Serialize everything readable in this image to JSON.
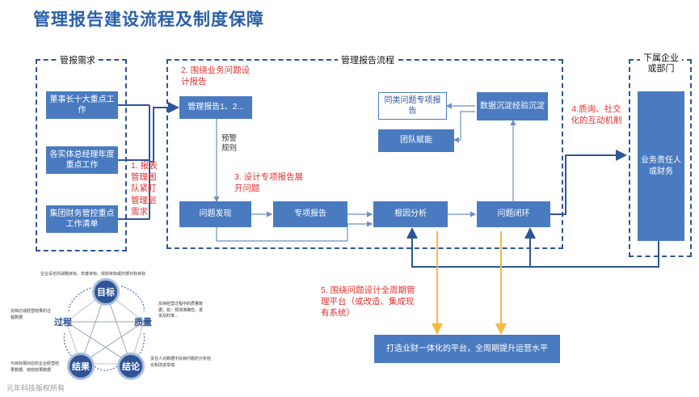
{
  "title": "管理报告建设流程及制度保障",
  "sections": {
    "left_header": "管报需求",
    "middle_header": "管理报告流程",
    "right_header_line1": "下属企业",
    "right_header_line2": "或部门"
  },
  "left_boxes": [
    "董事长十大重点工作",
    "各实体总经理年度重点工作",
    "集团财务管控重点工作清单"
  ],
  "flow_boxes": {
    "report": "管理报告1、2...",
    "same_topic": "同类问题专项报告",
    "data_settle": "数据沉淀经验沉淀",
    "team": "团队赋能",
    "discover": "问题发现",
    "special": "专项报告",
    "root_cause": "根因分析",
    "close_loop": "问题闭环",
    "platform": "打造业财一体化的平台，全周期提升运营水平",
    "responsible": "业务责任人或财务"
  },
  "flow_labels": {
    "warning_rules": "预警规则"
  },
  "red_notes": {
    "n1": "1. 报表管理困队紧盯管理层需求",
    "n2": "2. 围绕业务问题设计报告",
    "n3": "3. 设计专项报告展开问题",
    "n4": "4.质询、社交化的互动机制",
    "n5": "5. 围绕问题设计全周期管理平台（或改造、集成现有系统）"
  },
  "cycle": {
    "top_note": "企业设定的战略目标、年度目标、绩效目标或外部对标目标",
    "nodes": {
      "target": "目标",
      "quality": "质量",
      "conclusion": "结论",
      "result": "结果",
      "process": "过程"
    },
    "notes": {
      "left": "反映达成经营结果的过程数据",
      "right_top": "反映经营过程中的质量数据，如：预测准确性、发货及时率...",
      "right_bottom": "责任人对数据中反映问题的分析结论和改进举措",
      "left_bottom": "与目标相对应的企业经营结果数据、绩效结果数据"
    }
  },
  "copyright": "元年科技版权所有",
  "colors": {
    "accent": "#2f5597",
    "box": "#4a7bc0",
    "red": "#e03030",
    "orange": "#f5b942"
  }
}
